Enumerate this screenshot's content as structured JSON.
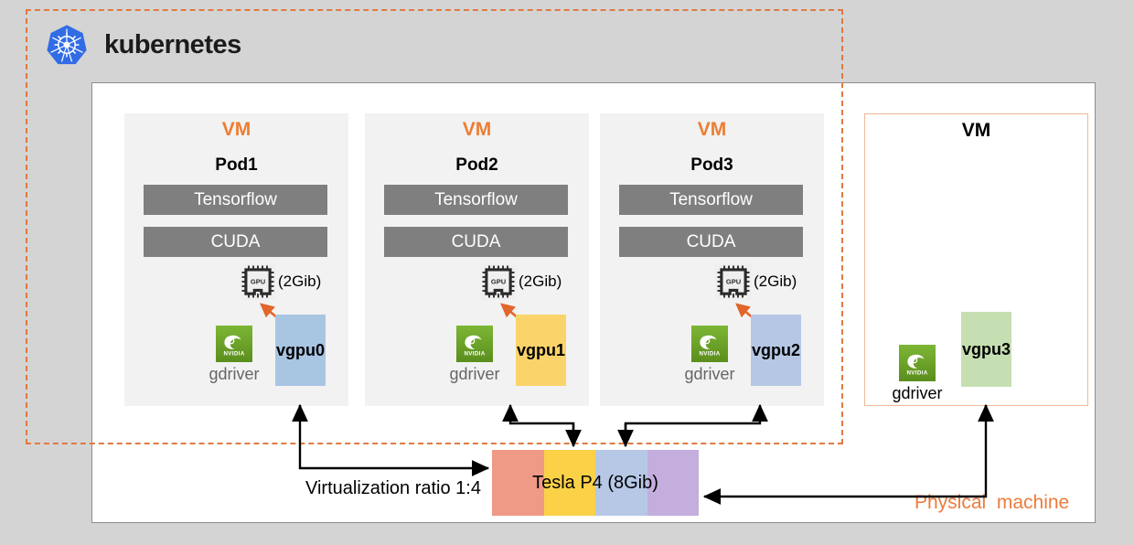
{
  "kubernetes": {
    "wordmark": "kubernetes",
    "logo_icon": "kubernetes-helm-wheel-icon",
    "border_color": "#e07a42",
    "border_style": "dashed"
  },
  "physical_machine": {
    "label": "Physical  machine",
    "label_color": "#ec7c3c",
    "panel_background": "#ffffff",
    "panel_border_color": "#8d8d8d"
  },
  "background_color": "#d4d4d4",
  "vms": [
    {
      "title": "VM",
      "title_color": "#ed7d31",
      "pod": "Pod1",
      "layers": [
        "Tensorflow",
        "CUDA"
      ],
      "layer_color": "#7f7f7f",
      "gpu": {
        "icon": "gpu-chip-icon",
        "label": "GPU",
        "memory": "(2Gib)"
      },
      "driver": {
        "icon": "nvidia-logo-icon",
        "caption": "gdriver"
      },
      "vgpu": {
        "label": "vgpu0",
        "color": "#a8c5e2"
      },
      "has_pod": true,
      "card_background": "#f2f2f2"
    },
    {
      "title": "VM",
      "title_color": "#ed7d31",
      "pod": "Pod2",
      "layers": [
        "Tensorflow",
        "CUDA"
      ],
      "layer_color": "#7f7f7f",
      "gpu": {
        "icon": "gpu-chip-icon",
        "label": "GPU",
        "memory": "(2Gib)"
      },
      "driver": {
        "icon": "nvidia-logo-icon",
        "caption": "gdriver"
      },
      "vgpu": {
        "label": "vgpu1",
        "color": "#fad46b"
      },
      "has_pod": true,
      "card_background": "#f2f2f2"
    },
    {
      "title": "VM",
      "title_color": "#ed7d31",
      "pod": "Pod3",
      "layers": [
        "Tensorflow",
        "CUDA"
      ],
      "layer_color": "#7f7f7f",
      "gpu": {
        "icon": "gpu-chip-icon",
        "label": "GPU",
        "memory": "(2Gib)"
      },
      "driver": {
        "icon": "nvidia-logo-icon",
        "caption": "gdriver"
      },
      "vgpu": {
        "label": "vgpu2",
        "color": "#b5c7e4"
      },
      "has_pod": true,
      "card_background": "#f2f2f2"
    },
    {
      "title": "VM",
      "title_color": "#000000",
      "pod": "",
      "layers": [],
      "layer_color": "#7f7f7f",
      "gpu": null,
      "driver": {
        "icon": "nvidia-logo-icon",
        "caption": "gdriver"
      },
      "vgpu": {
        "label": "vgpu3",
        "color": "#c6dfb2"
      },
      "has_pod": false,
      "card_background": "#ffffff"
    }
  ],
  "gpu_device": {
    "label": "Tesla P4 (8Gib)",
    "segment_colors": [
      "#ef9a86",
      "#fbd148",
      "#b6c8e6",
      "#c3aede"
    ],
    "segment_count": 4
  },
  "annotations": {
    "virtualization_ratio": "Virtualization ratio 1:4"
  }
}
